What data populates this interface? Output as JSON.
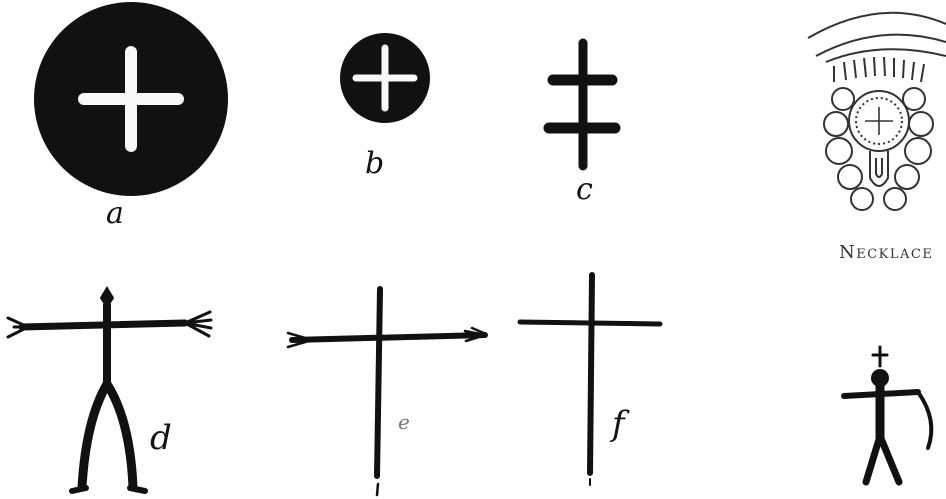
{
  "labels": {
    "a": "a",
    "b": "b",
    "c": "c",
    "d": "d",
    "e": "e",
    "f": "f",
    "necklace": "Necklace"
  },
  "colors": {
    "ink": "#111111",
    "paper": "#ffffff",
    "faint_ink": "#555555"
  }
}
